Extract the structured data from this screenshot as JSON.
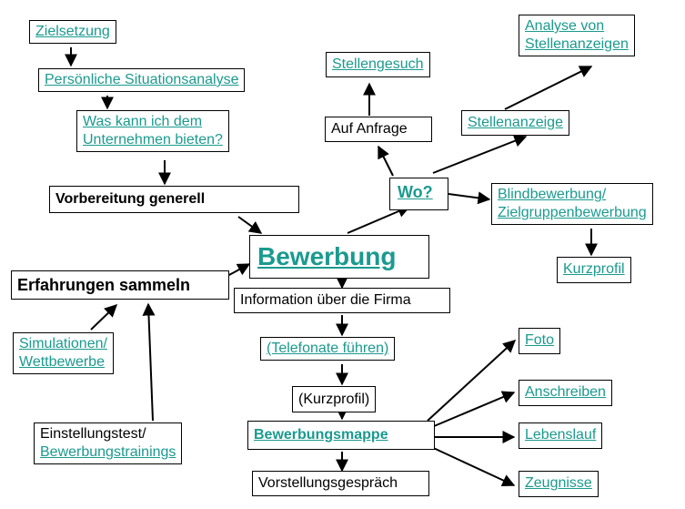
{
  "nodes": {
    "zielsetzung": "Zielsetzung",
    "situationsanalyse": "Persönliche Situationsanalyse",
    "bieten_1": "Was kann ich dem",
    "bieten_2": "Unternehmen bieten?",
    "vorbereitung": "Vorbereitung generell",
    "erfahrungen": "Erfahrungen sammeln",
    "simulationen_1": "Simulationen/",
    "simulationen_2": "Wettbewerbe",
    "einstellungstest_1": "Einstellungstest/",
    "einstellungstest_2": "Bewerbungstrainings",
    "bewerbung": "Bewerbung",
    "information": "Information über die Firma",
    "telefonate": "(Telefonate führen)",
    "kurzprofil_mid": "(Kurzprofil)",
    "bewerbungsmappe": "Bewerbungsmappe",
    "vorstellungsgespraech": "Vorstellungsgespräch",
    "wo": "Wo?",
    "auf_anfrage": "Auf Anfrage",
    "stellengesuch": "Stellengesuch",
    "stellenanzeige": "Stellenanzeige",
    "analyse_1": "Analyse von",
    "analyse_2": "Stellenanzeigen",
    "blind_1": "Blindbewerbung/",
    "blind_2": "Zielgruppenbewerbung",
    "kurzprofil_right": "Kurzprofil",
    "foto": "Foto",
    "anschreiben": "Anschreiben",
    "lebenslauf": "Lebenslauf",
    "zeugnisse": "Zeugnisse"
  },
  "colors": {
    "link": "#1a9a8f",
    "line": "#000000"
  }
}
